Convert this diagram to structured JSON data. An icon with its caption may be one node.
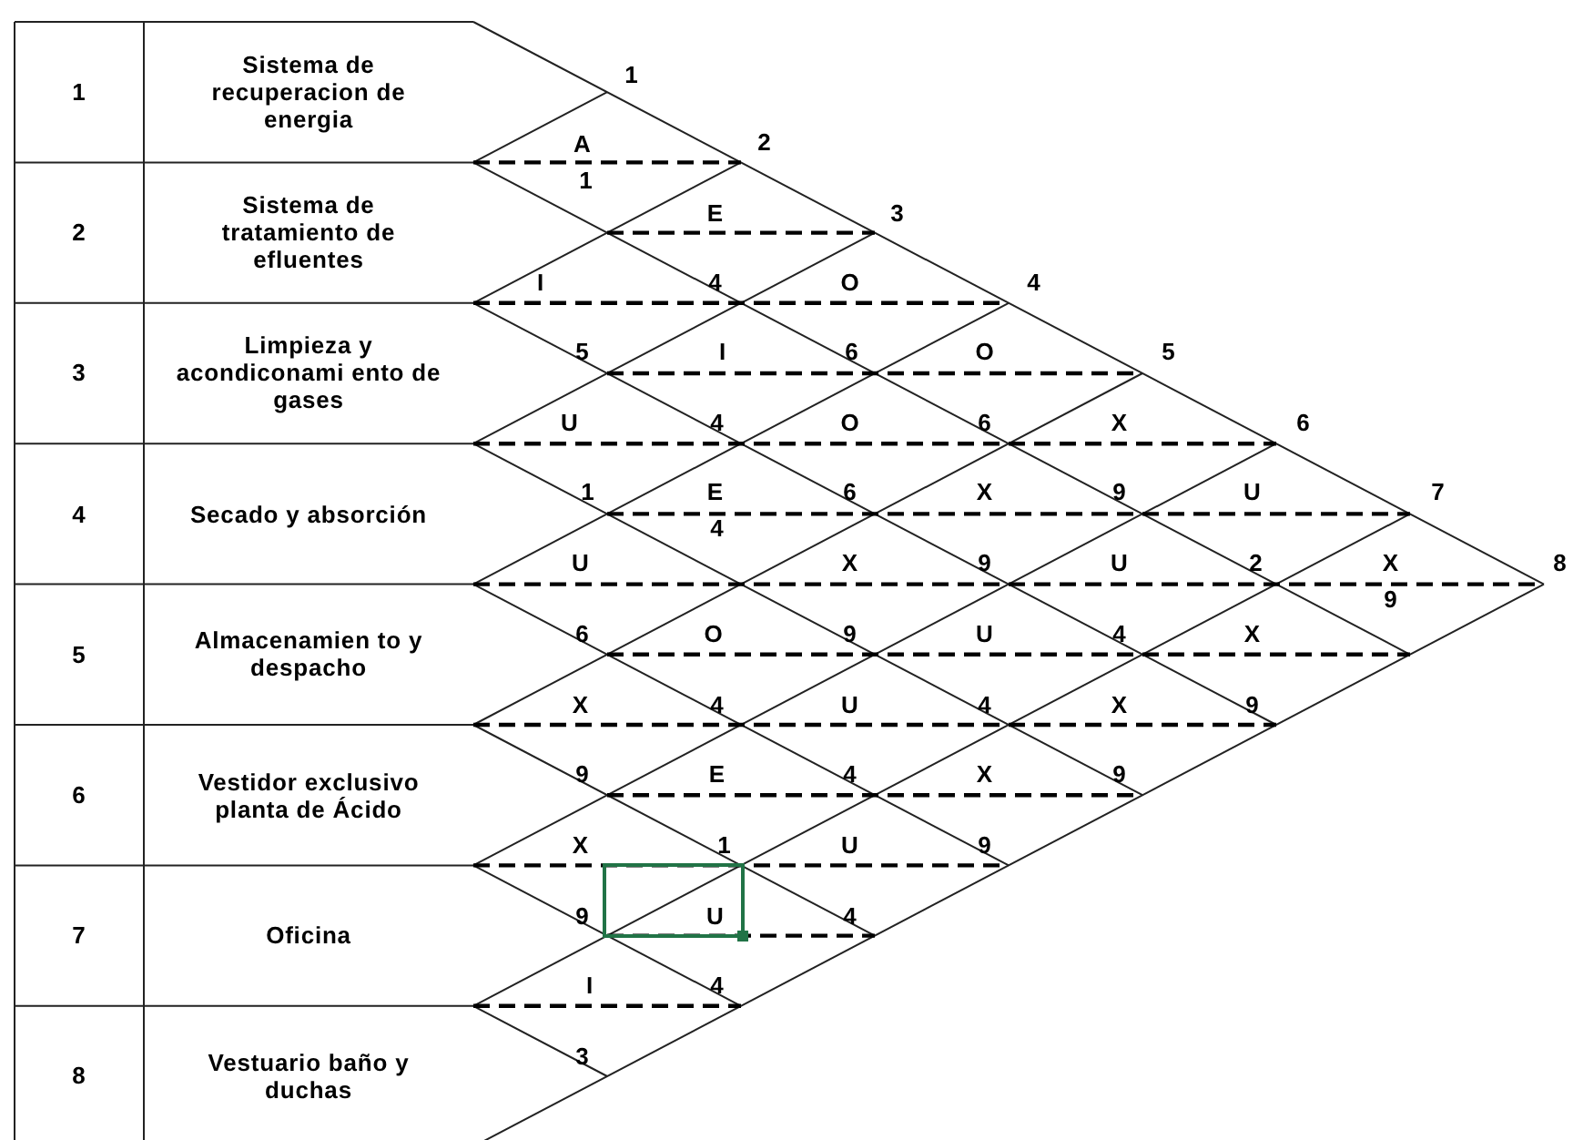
{
  "diagram": {
    "labels": [
      "1",
      "Sistema de recuperacion de energia",
      "2",
      "Sistema de tratamiento de efluentes",
      "3",
      "Limpieza y acondiconami ento de gases",
      "4",
      "Secado y absorción",
      "5",
      "Almacenamien to y despacho",
      "6",
      "Vestidor exclusivo planta de Ácido",
      "7",
      "Oficina",
      "8",
      "Vestuario baño y duchas",
      "1",
      "A",
      "2",
      "1",
      "E",
      "3",
      "I",
      "4",
      "O",
      "4",
      "5",
      "I",
      "6",
      "O",
      "5",
      "U",
      "4",
      "O",
      "6",
      "X",
      "6",
      "1",
      "E",
      "6",
      "X",
      "9",
      "U",
      "7",
      "4",
      "U",
      "X",
      "9",
      "U",
      "2",
      "X",
      "8",
      "9",
      "6",
      "O",
      "9",
      "U",
      "4",
      "X",
      "X",
      "4",
      "U",
      "4",
      "X",
      "9",
      "9",
      "E",
      "4",
      "X",
      "9",
      "X",
      "1",
      "U",
      "9",
      "9",
      "U",
      "4",
      "I",
      "4",
      "3"
    ]
  }
}
